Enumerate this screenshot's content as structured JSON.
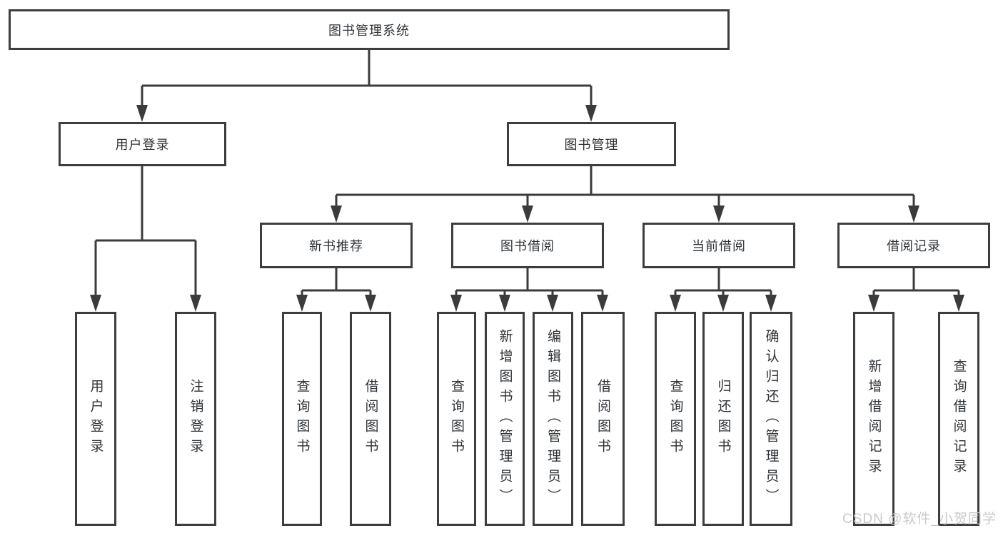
{
  "tree": {
    "label": "图书管理系统",
    "children": [
      {
        "label": "用户登录",
        "children": [
          {
            "label": "用户登录"
          },
          {
            "label": "注销登录"
          }
        ]
      },
      {
        "label": "图书管理",
        "children": [
          {
            "label": "新书推荐",
            "children": [
              {
                "label": "查询图书"
              },
              {
                "label": "借阅图书"
              }
            ]
          },
          {
            "label": "图书借阅",
            "children": [
              {
                "label": "查询图书"
              },
              {
                "label": "新增图书（管理员）"
              },
              {
                "label": "编辑图书（管理员）"
              },
              {
                "label": "借阅图书"
              }
            ]
          },
          {
            "label": "当前借阅",
            "children": [
              {
                "label": "查询图书"
              },
              {
                "label": "归还图书"
              },
              {
                "label": "确认归还（管理员）"
              }
            ]
          },
          {
            "label": "借阅记录",
            "children": [
              {
                "label": "新增借阅记录"
              },
              {
                "label": "查询借阅记录"
              }
            ]
          }
        ]
      }
    ]
  },
  "watermark": {
    "text": "CSDN @软件_小贺同学"
  },
  "colors": {
    "line": "#3b3b3b",
    "box_border": "#3d3d3d",
    "text": "#2f3337",
    "background": "#ffffff",
    "watermark": "#c6c6c6"
  }
}
